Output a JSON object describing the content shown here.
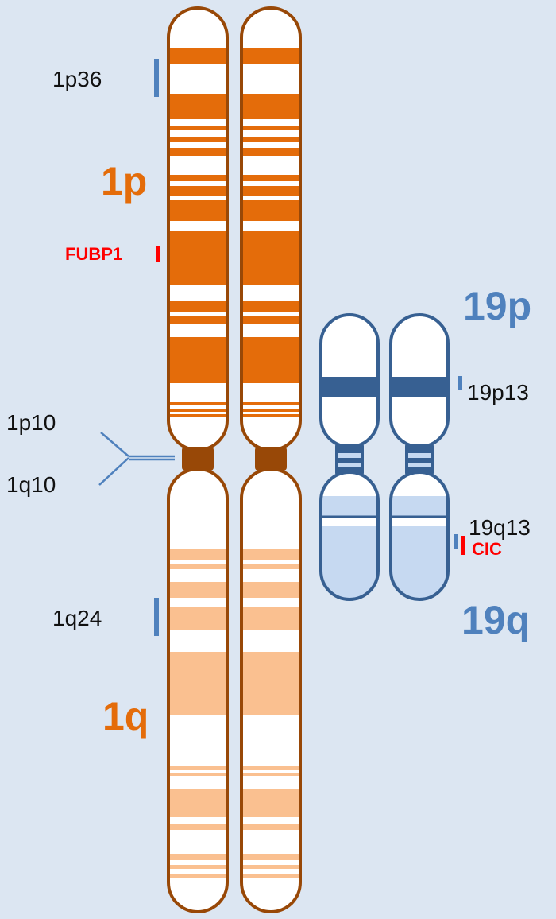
{
  "chromosome_1": {
    "arm_p": "1p",
    "arm_q": "1q",
    "band_1p36": "1p36",
    "band_1p10": "1p10",
    "band_1q10": "1q10",
    "band_1q24": "1q24",
    "gene_fubp1": "FUBP1"
  },
  "chromosome_19": {
    "arm_p": "19p",
    "arm_q": "19q",
    "band_19p13": "19p13",
    "band_19q13": "19q13",
    "gene_cic": "CIC"
  },
  "colors": {
    "background": "#dce6f2",
    "chr1_outline": "#984807",
    "chr1_p_band": "#e46c0a",
    "chr1_q_band": "#fac090",
    "chr1_centromere": "#984807",
    "chr19_outline": "#376092",
    "chr19_p_band": "#376092",
    "chr19_q_band": "#c6d9f1",
    "marker_blue": "#4f81bd",
    "marker_red": "#ff0000",
    "arm_label_orange": "#e46c0a",
    "arm_label_blue": "#4f81bd",
    "gene_label_red": "#ff0000"
  }
}
